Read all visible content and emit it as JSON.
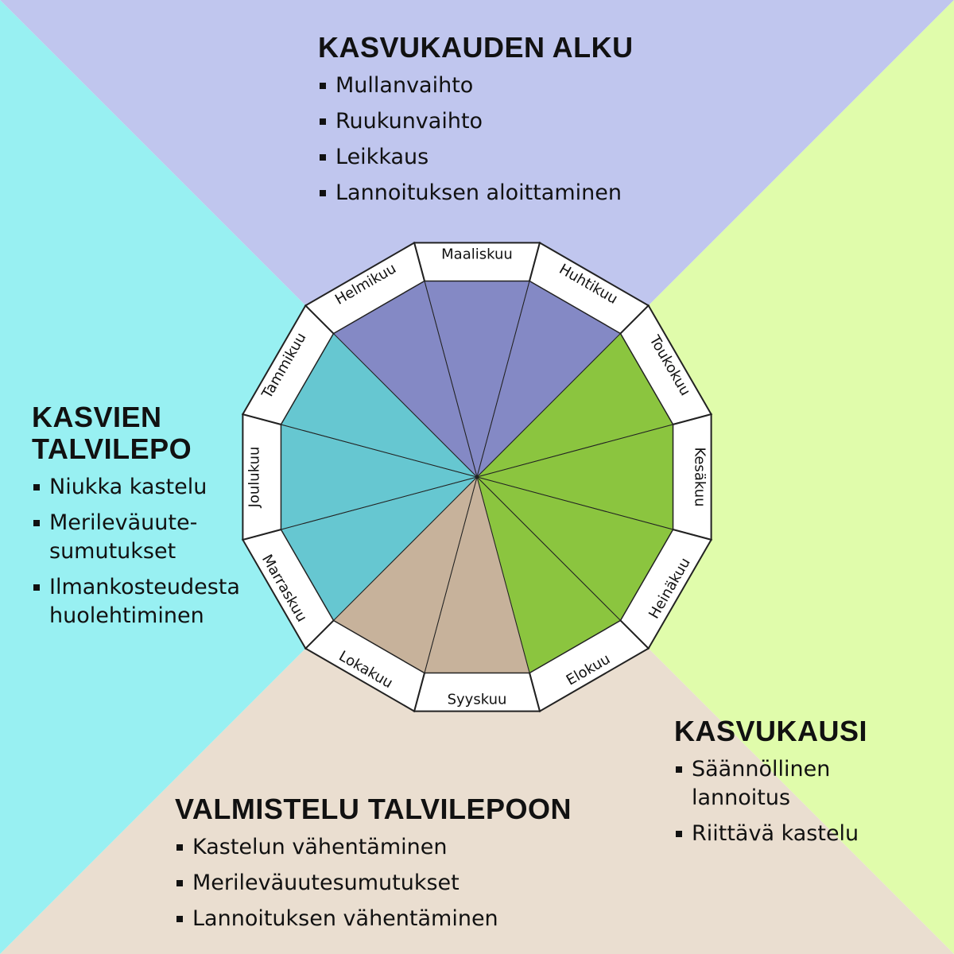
{
  "colors": {
    "top_quadrant": "#c0c6ee",
    "left_quadrant": "#98f0f2",
    "right_quadrant": "#e0fcab",
    "bottom_quadrant": "#eaded0",
    "early_months": "#8489c5",
    "winter_months": "#66c7d1",
    "growing_months": "#8bc53f",
    "autumn_months": "#c7b29b",
    "ring": "#ffffff",
    "line": "#222222"
  },
  "wheel": {
    "months": [
      {
        "name": "Maaliskuu",
        "group": "early"
      },
      {
        "name": "Huhtikuu",
        "group": "early"
      },
      {
        "name": "Toukokuu",
        "group": "growing"
      },
      {
        "name": "Kesäkuu",
        "group": "growing"
      },
      {
        "name": "Heinäkuu",
        "group": "growing"
      },
      {
        "name": "Elokuu",
        "group": "growing"
      },
      {
        "name": "Syyskuu",
        "group": "autumn"
      },
      {
        "name": "Lokakuu",
        "group": "autumn"
      },
      {
        "name": "Marraskuu",
        "group": "winter"
      },
      {
        "name": "Joulukuu",
        "group": "winter"
      },
      {
        "name": "Tammikuu",
        "group": "winter"
      },
      {
        "name": "Helmikuu",
        "group": "early"
      }
    ]
  },
  "sections": {
    "start": {
      "title": "KASVUKAUDEN ALKU",
      "items": [
        "Mullanvaihto",
        "Ruukunvaihto",
        "Leikkaus",
        "Lannoituksen aloittaminen"
      ]
    },
    "winter": {
      "title_line1": "KASVIEN",
      "title_line2": "TALVILEPO",
      "items": [
        {
          "line1": "Niukka kastelu",
          "line2": ""
        },
        {
          "line1": "Merileväuute-",
          "line2": "sumutukset"
        },
        {
          "line1": "Ilmankosteudesta",
          "line2": "huolehtiminen"
        }
      ]
    },
    "growing": {
      "title": "KASVUKAUSI",
      "items": [
        {
          "line1": "Säännöllinen",
          "line2": "lannoitus"
        },
        {
          "line1": "Riittävä kastelu",
          "line2": ""
        }
      ]
    },
    "prep": {
      "title": "VALMISTELU TALVILEPOON",
      "items": [
        "Kastelun vähentäminen",
        "Merileväuutesumutukset",
        "Lannoituksen vähentäminen"
      ]
    }
  }
}
